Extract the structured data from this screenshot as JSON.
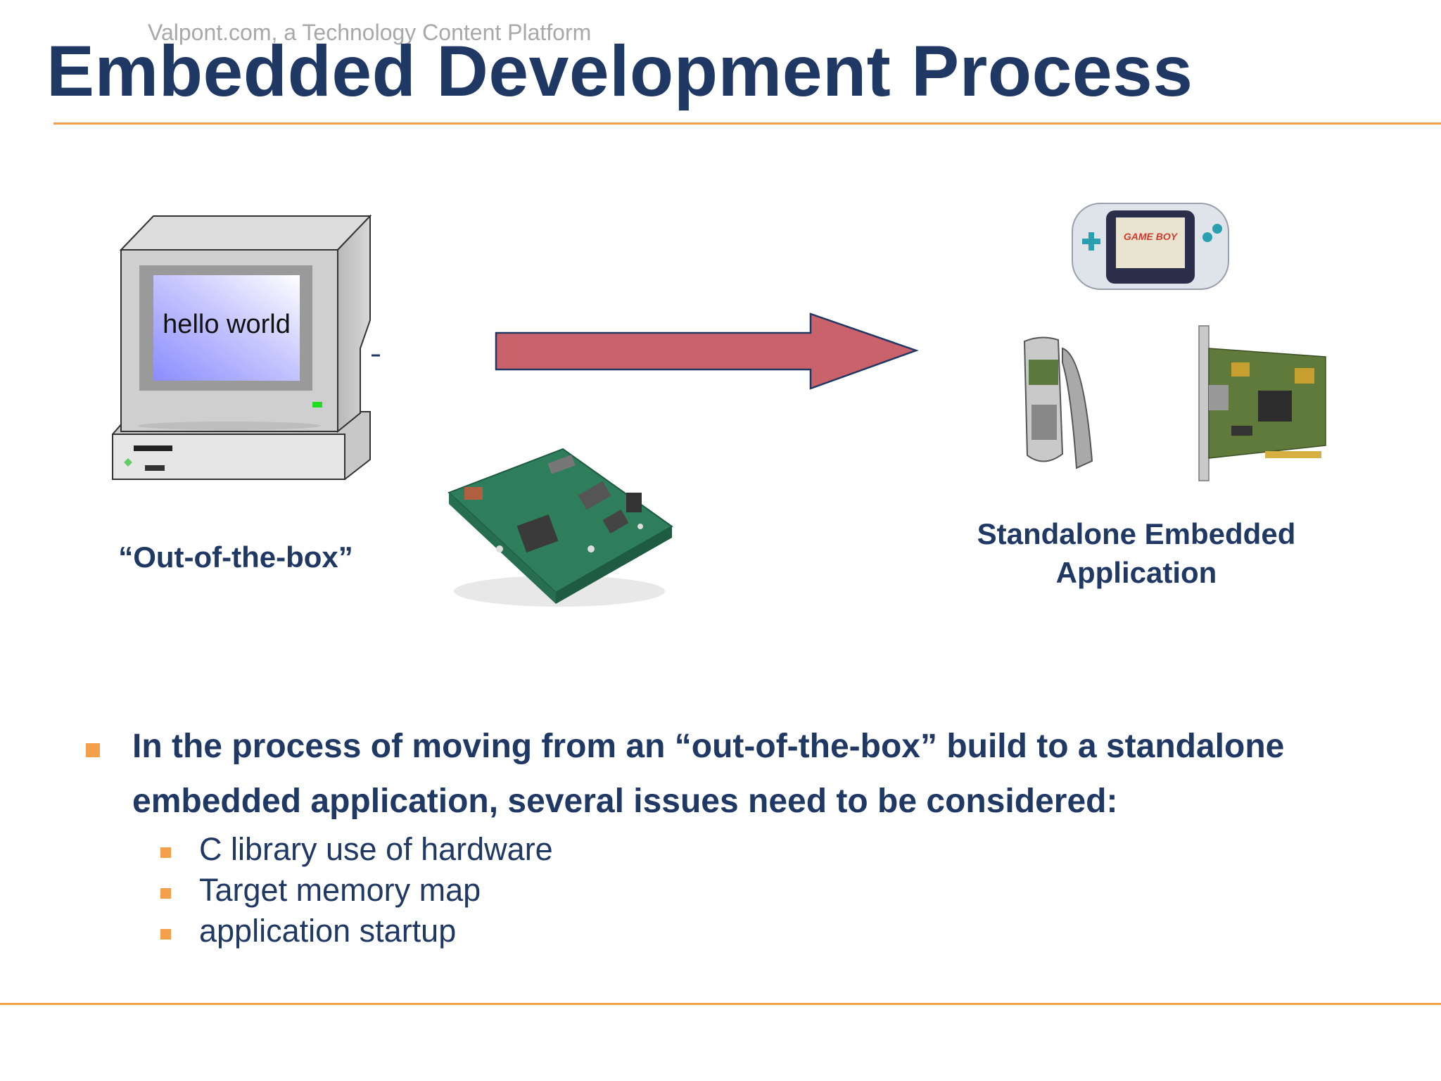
{
  "header": {
    "watermark": "Valpont.com, a Technology Content Platform",
    "title": "Embedded Development Process"
  },
  "diagram": {
    "computer_screen_text": "hello world",
    "left_label": "“Out-of-the-box”",
    "right_label_line1": "Standalone Embedded",
    "right_label_line2": "Application",
    "gameboy_brand": "GAME BOY",
    "colors": {
      "arrow": "#c9626a",
      "connector": "#1f3864",
      "board": "#2e7d5b"
    }
  },
  "bullets": {
    "main": "In the process of moving from an “out-of-the-box” build to a standalone embedded application, several issues need to be considered:",
    "sub": [
      "C library use of hardware",
      "Target memory map",
      "application startup"
    ]
  },
  "theme": {
    "title_color": "#1f3864",
    "accent": "#f4a04a"
  }
}
